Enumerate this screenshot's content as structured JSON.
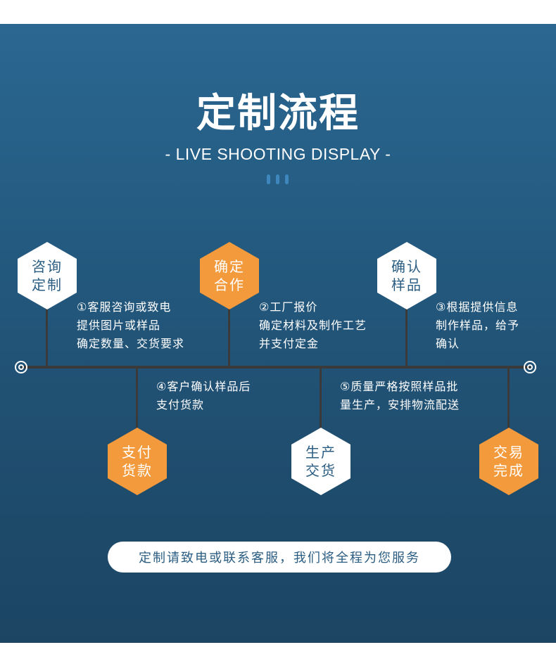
{
  "header": {
    "title": "定制流程",
    "subtitle": "- LIVE SHOOTING DISPLAY -"
  },
  "steps": [
    {
      "hex_line1": "咨询",
      "hex_line2": "定制",
      "hex_color": "white",
      "desc": [
        "①客服咨询或致电",
        "提供图片或样品",
        "确定数量、交货要求"
      ]
    },
    {
      "hex_line1": "确定",
      "hex_line2": "合作",
      "hex_color": "orange",
      "desc": [
        "②工厂报价",
        "确定材料及制作工艺",
        "并支付定金"
      ]
    },
    {
      "hex_line1": "确认",
      "hex_line2": "样品",
      "hex_color": "white",
      "desc": [
        "③根据提供信息",
        "制作样品，给予",
        "确认"
      ]
    },
    {
      "hex_line1": "支付",
      "hex_line2": "货款",
      "hex_color": "orange",
      "desc": [
        "④客户确认样品后",
        "支付货款"
      ]
    },
    {
      "hex_line1": "生产",
      "hex_line2": "交货",
      "hex_color": "white",
      "desc": [
        "⑤质量严格按照样品批",
        "量生产，安排物流配送"
      ]
    },
    {
      "hex_line1": "交易",
      "hex_line2": "完成",
      "hex_color": "orange",
      "desc": []
    }
  ],
  "cta": {
    "text": "定制请致电或联系客服，我们将全程为您服务"
  },
  "colors": {
    "background_top": "#2a6791",
    "background_bottom": "#1c4563",
    "accent_orange": "#f39a3c",
    "timeline": "#3a3a3a"
  }
}
